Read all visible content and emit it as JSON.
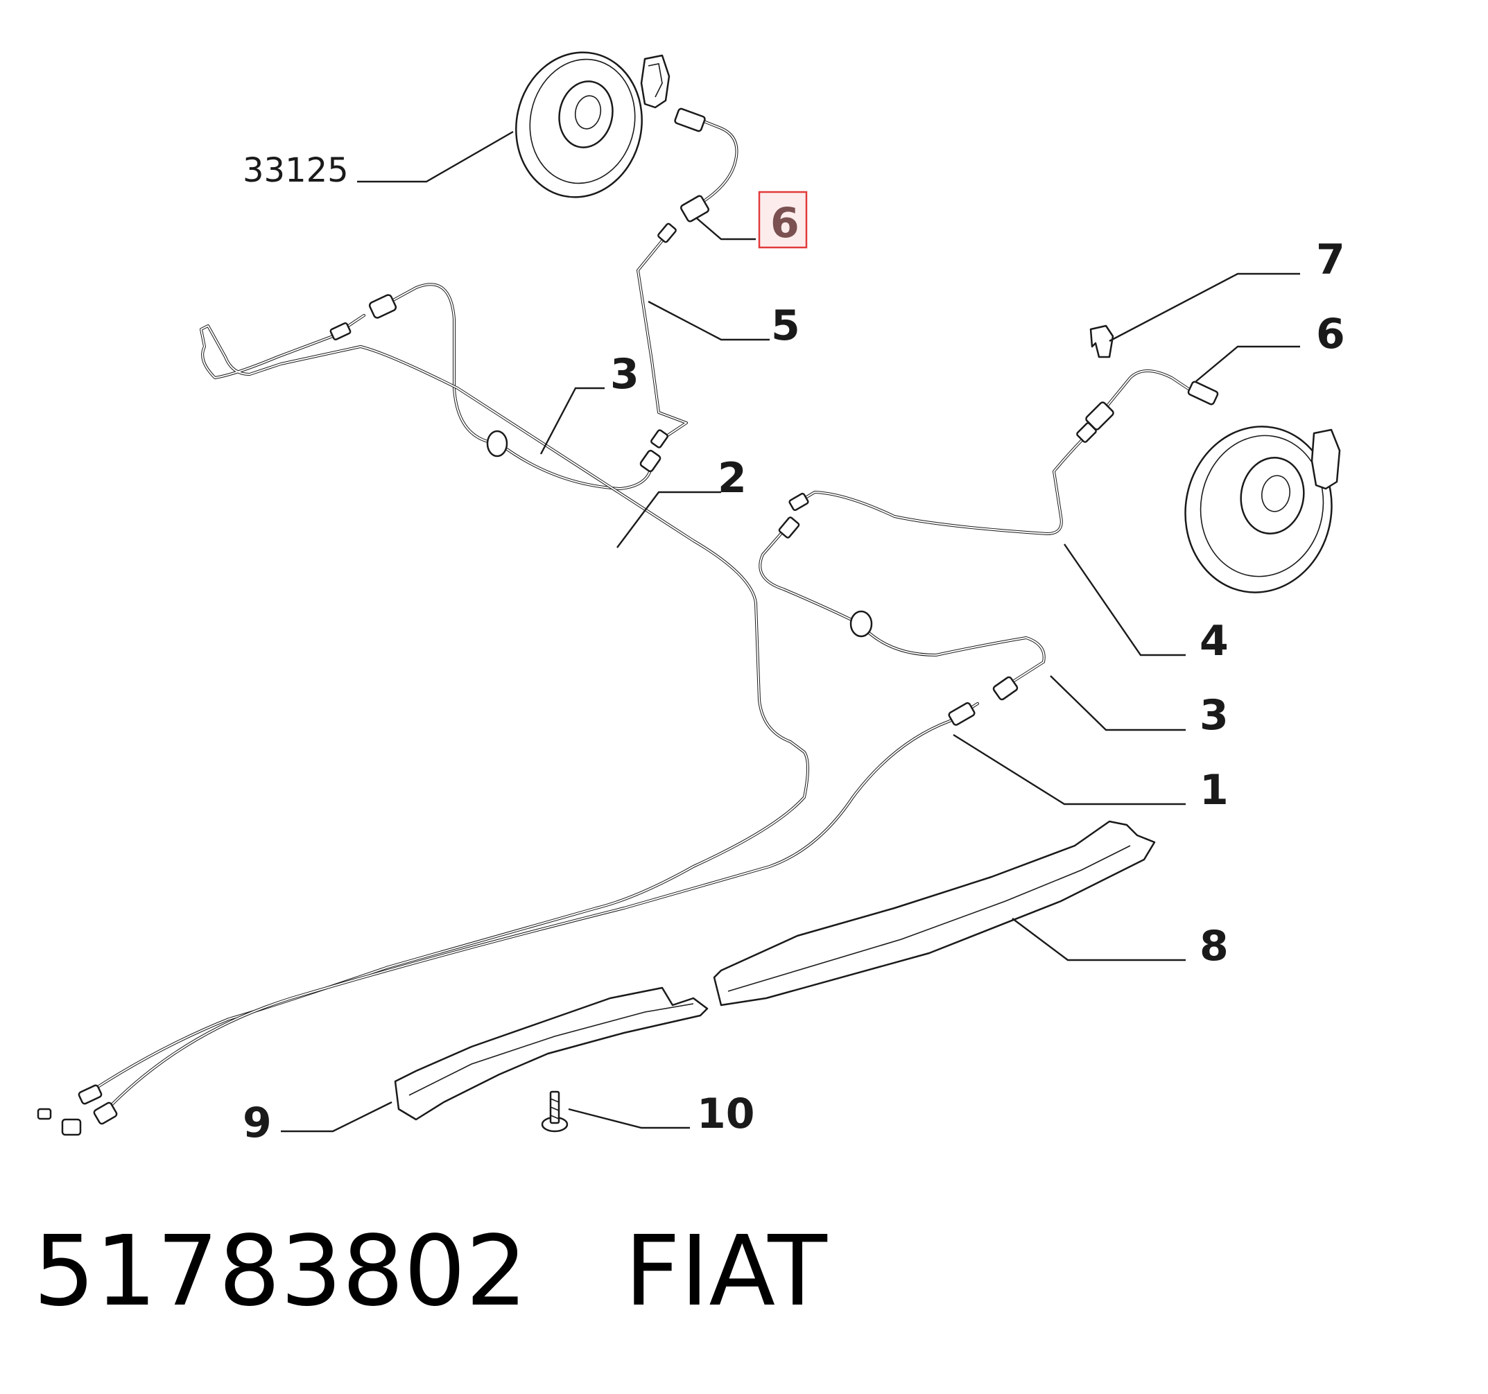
{
  "diagram": {
    "callouts": [
      {
        "label": "33125"
      },
      {
        "label": "6",
        "highlight": true
      },
      {
        "label": "7"
      },
      {
        "label": "6"
      },
      {
        "label": "5"
      },
      {
        "label": "3"
      },
      {
        "label": "2"
      },
      {
        "label": "4"
      },
      {
        "label": "3"
      },
      {
        "label": "1"
      },
      {
        "label": "8"
      },
      {
        "label": "9"
      },
      {
        "label": "10"
      }
    ],
    "highlight_color": "#e23a3a"
  },
  "footer": {
    "part_number": "51783802",
    "brand": "FIAT"
  }
}
